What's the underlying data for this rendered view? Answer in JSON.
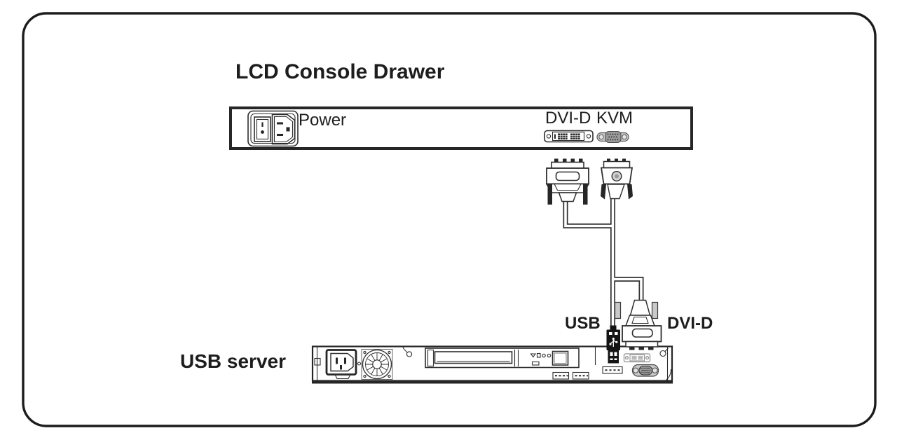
{
  "diagram": {
    "title": "LCD Console Drawer",
    "console_panel": {
      "power_label": "Power",
      "dvi_label": "DVI-D",
      "kvm_label": "KVM"
    },
    "cable_labels": {
      "usb_label": "USB",
      "dvi_label": "DVI-D"
    },
    "server": {
      "name_label": "USB server"
    },
    "colors": {
      "ink": "#2e2e2e",
      "connector_gray": "#c9c9c9",
      "connector_gray_dark": "#9a9a9a",
      "plug_black": "#141414",
      "background": "#ffffff"
    }
  }
}
